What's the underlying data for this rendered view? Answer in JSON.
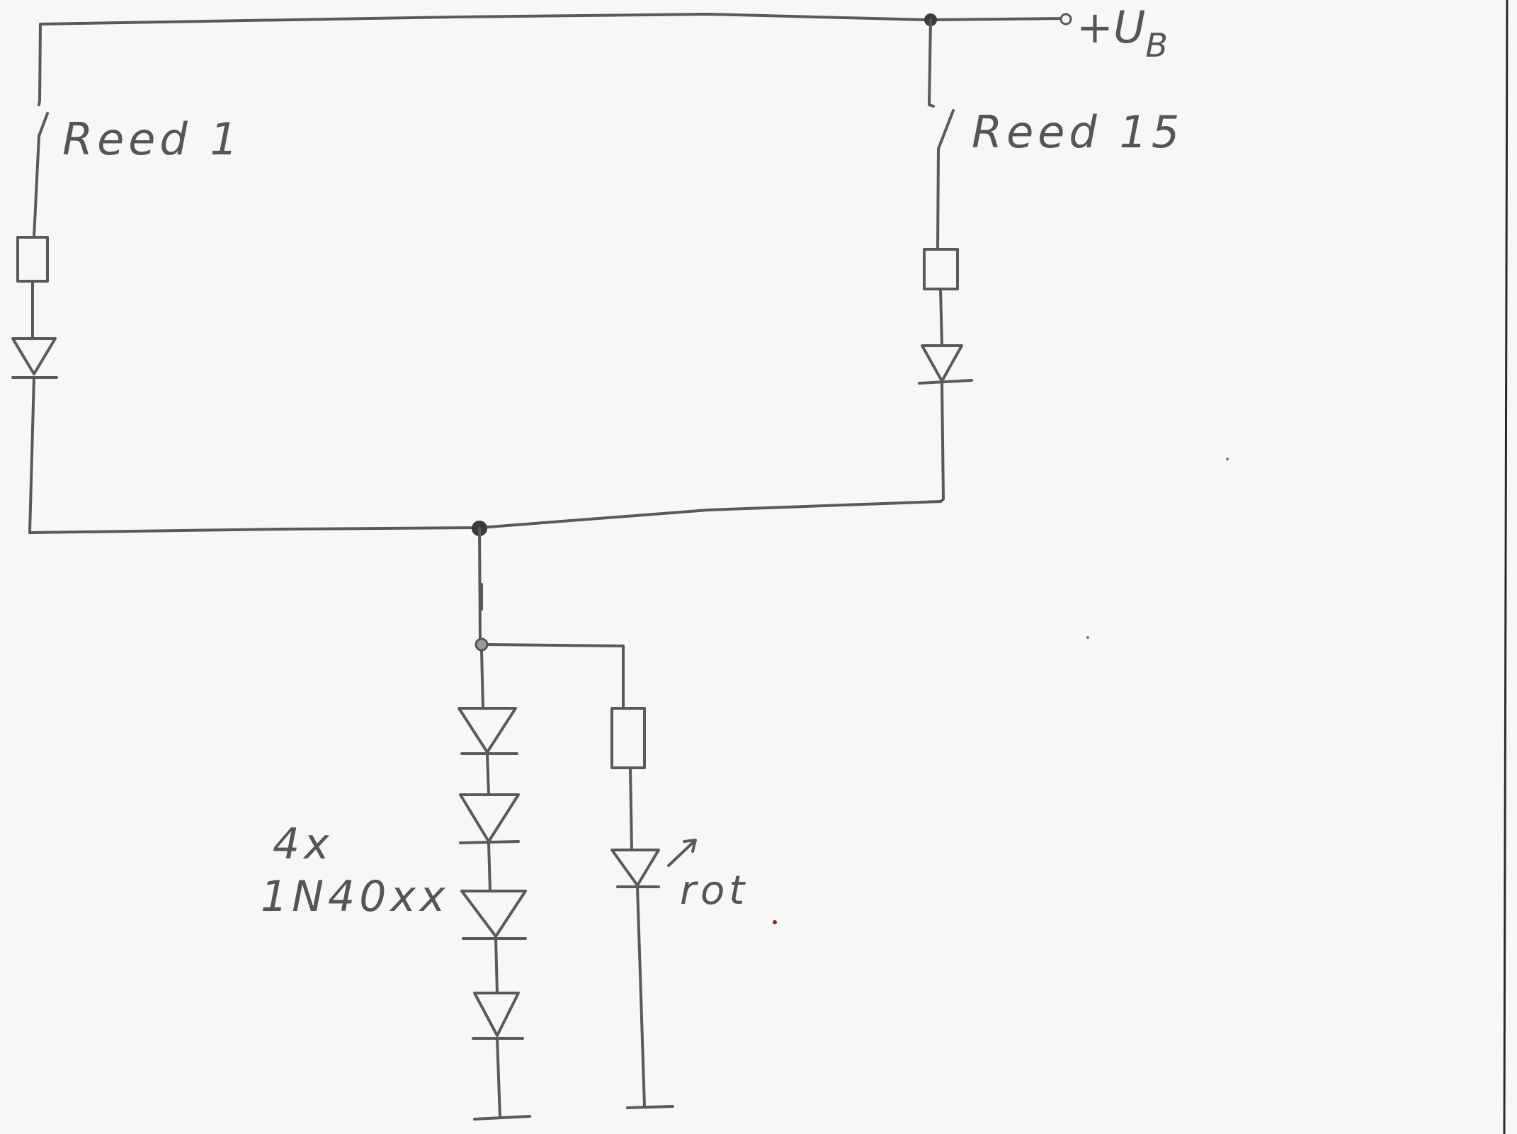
{
  "labels": {
    "supply_prefix": "+U",
    "supply_subscript": "B",
    "reed_first": "Reed 1",
    "reed_last": "Reed 15",
    "diode_count": "4x",
    "diode_type": "1N40xx",
    "led_color": "rot"
  },
  "colors": {
    "pencil": "#595959",
    "paper": "#f7f7f7"
  }
}
